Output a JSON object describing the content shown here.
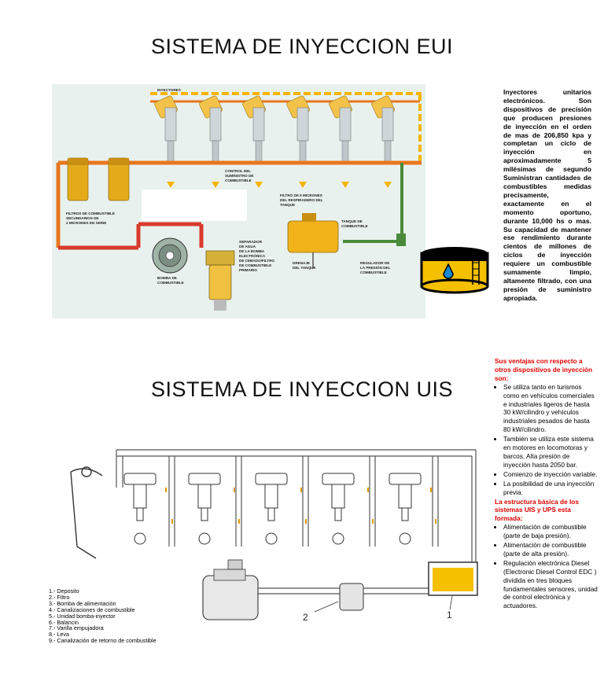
{
  "eui": {
    "title": "SISTEMA DE INYECCION EUI",
    "labels": {
      "inyectores": "INYECTORES",
      "filtros": "FILTROS DE COMBUSTIBLE SECUNDARIOS DE 2 MICRONES EN SERIE",
      "control": "CONTROL DEL SUMINISTRO DE COMBUSTIBLE",
      "filtro_respiradero": "FILTRO DE 5 MICRONES DEL RESPIRADERO DEL TANQUE",
      "tanque": "TANQUE DE COMBUSTIBLE",
      "bomba": "BOMBA DE COMBUSTIBLE",
      "separador": "SEPARADOR DE AGUA DE LA BOMBA ELECTRÓNICA DE CEBADO/FILTRO DE COMBUSTIBLE PRIMARIO",
      "drenaje": "DRENAJE DEL TANQUE",
      "regulador": "REGULADOR DE LA PRESIÓN DEL COMBUSTIBLE"
    },
    "description": "Inyectores unitarios electrónicos. Son dispositivos de precisión que producen presiones de inyección en el orden de mas de 206,850 kpa y completan un ciclo de inyección en aproximadamente 5 milésimas de segundo Suministran cantidades de combustibles medidas precisamente, exactamente en el momento oportuno, durante 10,000 hs o mas. Su capacidad de mantener ese rendimiento durante cientos de millones de ciclos de inyección requiere un combustible sumamente limpio, altamente filtrado, con una presión de suministro apropiada."
  },
  "uis": {
    "title": "SISTEMA DE INYECCION UIS",
    "advantages_heading": "Sus ventajas con respecto a otros dispositivos de inyección son:",
    "advantages": [
      "Se utiliza tanto en turismos como en vehículos comerciales e industriales ligeros de hasta 30 kW/cilindro y vehículos industriales pesados de hasta 80 kW/cilindro.",
      "También se utiliza este sistema en motores en locomotoras y barcos, Alta presión de inyección hasta 2050 bar.",
      "Comienzo de inyección variable.",
      "La posibilidad de una inyección previa."
    ],
    "structure_heading": "La estructura básica de los sistemas UIS y UPS esta formada:",
    "structure": [
      "Alimentación de combustible (parte de baja presión).",
      "Alimentación de combustible (parte de alta presión).",
      "Regulación electrónica Diesel (Electronic Diesel Control EDC ) dividida en tres bloques fundamentales sensores, unidad de control electrónica y actuadores."
    ],
    "legend": [
      "1.- Deposito",
      "2.- Filtro",
      "3.- Bomba de alimentación",
      "4.- Canalizaciones de combustible",
      "5.- Unidad bomba-inyector",
      "6.- Balancin",
      "7.- Varilla empujadora",
      "8.- Leva",
      "9.- Canalización de retorno de combustible"
    ],
    "callouts": {
      "one": "1",
      "two": "2"
    }
  },
  "colors": {
    "fuel_yellow": "#f5b400",
    "fuel_orange": "#e8761e",
    "pipe_red": "#d83a2a",
    "pipe_green": "#4a8a3a",
    "diagram_bg": "#e9f1ee",
    "red_heading": "#e00000"
  }
}
